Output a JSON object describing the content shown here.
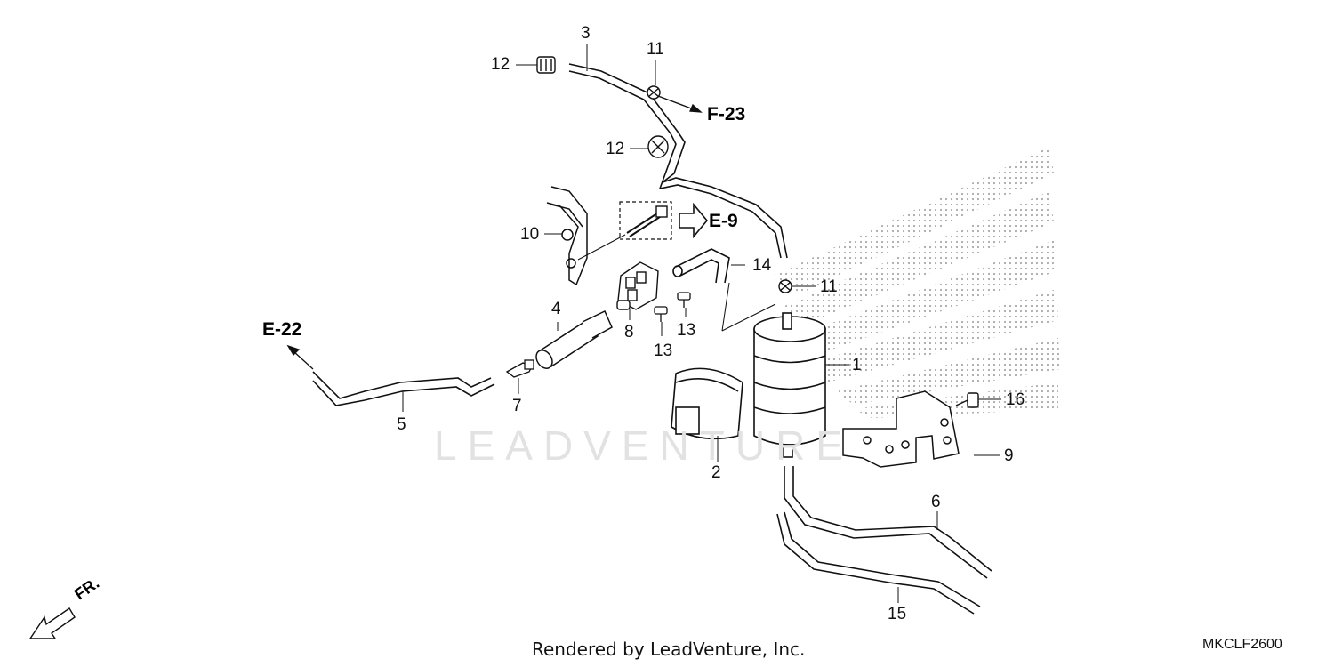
{
  "callouts": {
    "c1": "1",
    "c2": "2",
    "c3": "3",
    "c4": "4",
    "c5": "5",
    "c6": "6",
    "c7": "7",
    "c8": "8",
    "c9": "9",
    "c10": "10",
    "c11a": "11",
    "c11b": "11",
    "c12a": "12",
    "c12b": "12",
    "c13a": "13",
    "c13b": "13",
    "c14": "14",
    "c15": "15",
    "c16": "16"
  },
  "references": {
    "f23": "F-23",
    "e9": "E-9",
    "e22": "E-22"
  },
  "direction": {
    "front": "FR."
  },
  "watermark": "LEADVENTURE",
  "footer": {
    "credit": "Rendered by LeadVenture, Inc.",
    "code": "MKCLF2600"
  }
}
